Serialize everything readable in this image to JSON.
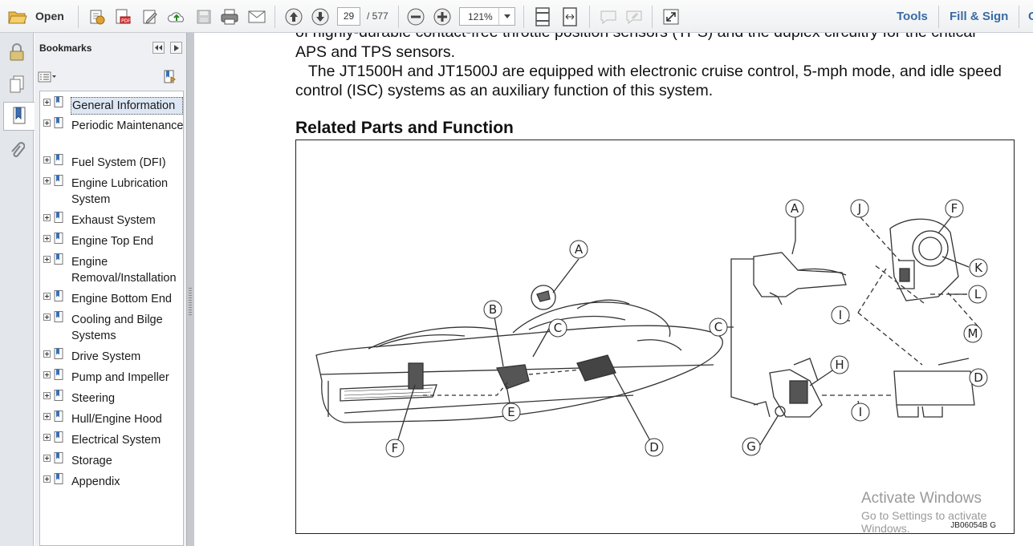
{
  "toolbar": {
    "open_label": "Open",
    "page_current": "29",
    "page_total": "/ 577",
    "zoom": "121%",
    "tools_label": "Tools",
    "fill_sign_label": "Fill & Sign",
    "comment_partial": "C"
  },
  "bookmarks": {
    "title": "Bookmarks",
    "items": [
      {
        "label": "General Information"
      },
      {
        "label": "Periodic Maintenance"
      },
      {
        "label": "Fuel System (DFI)"
      },
      {
        "label": "Engine Lubrication System"
      },
      {
        "label": "Exhaust System"
      },
      {
        "label": "Engine Top End"
      },
      {
        "label": "Engine Removal/Installation"
      },
      {
        "label": "Engine Bottom End"
      },
      {
        "label": "Cooling and Bilge Systems"
      },
      {
        "label": "Drive System"
      },
      {
        "label": "Pump and Impeller"
      },
      {
        "label": "Steering"
      },
      {
        "label": "Hull/Engine Hood"
      },
      {
        "label": "Electrical System"
      },
      {
        "label": "Storage"
      },
      {
        "label": "Appendix"
      }
    ]
  },
  "document": {
    "para1_line1": "of highly-durable contact-free throttle position sensors (TPS) and the duplex circuitry for the critical",
    "para1_line2": "APS and TPS sensors.",
    "para2_line1": "   The JT1500H and JT1500J are equipped with electronic cruise control, 5-mph mode, and idle speed",
    "para2_line2": "control (ISC) systems as an auxiliary function of this system.",
    "heading": "Related Parts and Function",
    "figure_code": "JB06054B  G",
    "callouts": {
      "A": "A",
      "B": "B",
      "C": "C",
      "D": "D",
      "E": "E",
      "F": "F",
      "G": "G",
      "H": "H",
      "I": "I",
      "J": "J",
      "K": "K",
      "L": "L",
      "M": "M"
    }
  },
  "watermark": {
    "title": "Activate Windows",
    "subtitle": "Go to Settings to activate Windows."
  }
}
